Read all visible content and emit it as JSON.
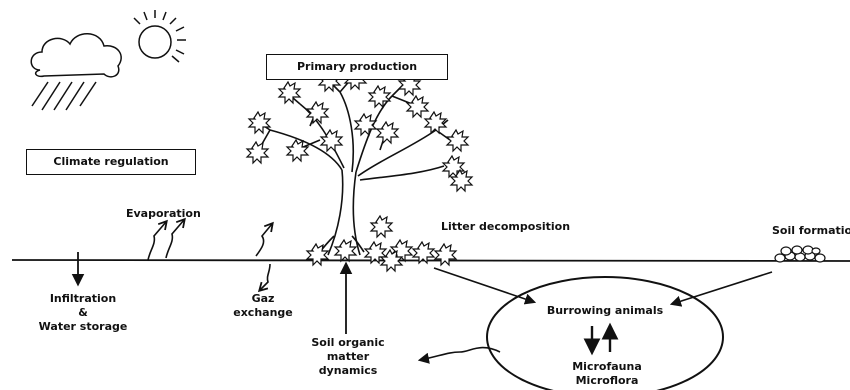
{
  "labels": {
    "primary_production": "Primary production",
    "climate_regulation": "Climate regulation",
    "evaporation": "Evaporation",
    "litter_decomposition": "Litter decomposition",
    "soil_formation": "Soil formation",
    "infiltration_line1": "Infiltration",
    "infiltration_line2": "&",
    "infiltration_line3": "Water storage",
    "gaz_line1": "Gaz",
    "gaz_line2": "exchange",
    "som_line1": "Soil organic",
    "som_line2": "matter",
    "som_line3": "dynamics",
    "burrowing_animals": "Burrowing animals",
    "microfauna": "Microfauna",
    "microflora": "Microflora"
  },
  "icons": {
    "weather": "sun-cloud-rain-icon",
    "tree": "tree-icon",
    "leaf": "falling-leaf-icon",
    "stones": "soil-stones-icon"
  }
}
